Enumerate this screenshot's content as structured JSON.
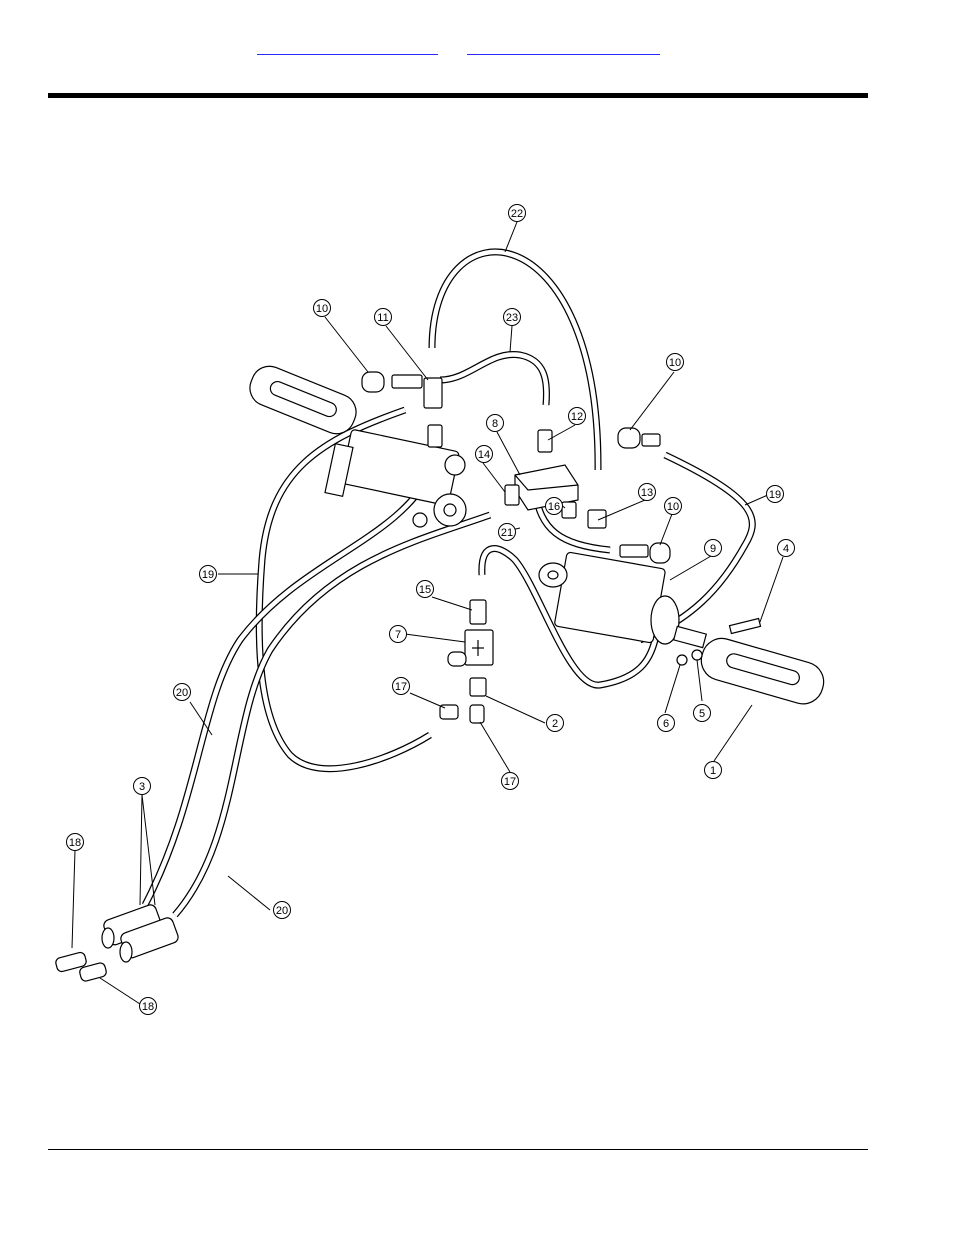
{
  "header": {
    "link_left": "",
    "link_right": ""
  },
  "diagram": {
    "callouts": [
      {
        "id": "c1",
        "label": "1"
      },
      {
        "id": "c2",
        "label": "2"
      },
      {
        "id": "c3",
        "label": "3"
      },
      {
        "id": "c4",
        "label": "4"
      },
      {
        "id": "c5",
        "label": "5"
      },
      {
        "id": "c6",
        "label": "6"
      },
      {
        "id": "c7",
        "label": "7"
      },
      {
        "id": "c8",
        "label": "8"
      },
      {
        "id": "c9",
        "label": "9"
      },
      {
        "id": "c10a",
        "label": "10"
      },
      {
        "id": "c10b",
        "label": "10"
      },
      {
        "id": "c10c",
        "label": "10"
      },
      {
        "id": "c11",
        "label": "11"
      },
      {
        "id": "c12",
        "label": "12"
      },
      {
        "id": "c13",
        "label": "13"
      },
      {
        "id": "c14",
        "label": "14"
      },
      {
        "id": "c15",
        "label": "15"
      },
      {
        "id": "c16",
        "label": "16"
      },
      {
        "id": "c17a",
        "label": "17"
      },
      {
        "id": "c17b",
        "label": "17"
      },
      {
        "id": "c18a",
        "label": "18"
      },
      {
        "id": "c18b",
        "label": "18"
      },
      {
        "id": "c19a",
        "label": "19"
      },
      {
        "id": "c19b",
        "label": "19"
      },
      {
        "id": "c20a",
        "label": "20"
      },
      {
        "id": "c20b",
        "label": "20"
      },
      {
        "id": "c21",
        "label": "21"
      },
      {
        "id": "c22",
        "label": "22"
      },
      {
        "id": "c23",
        "label": "23"
      }
    ]
  }
}
